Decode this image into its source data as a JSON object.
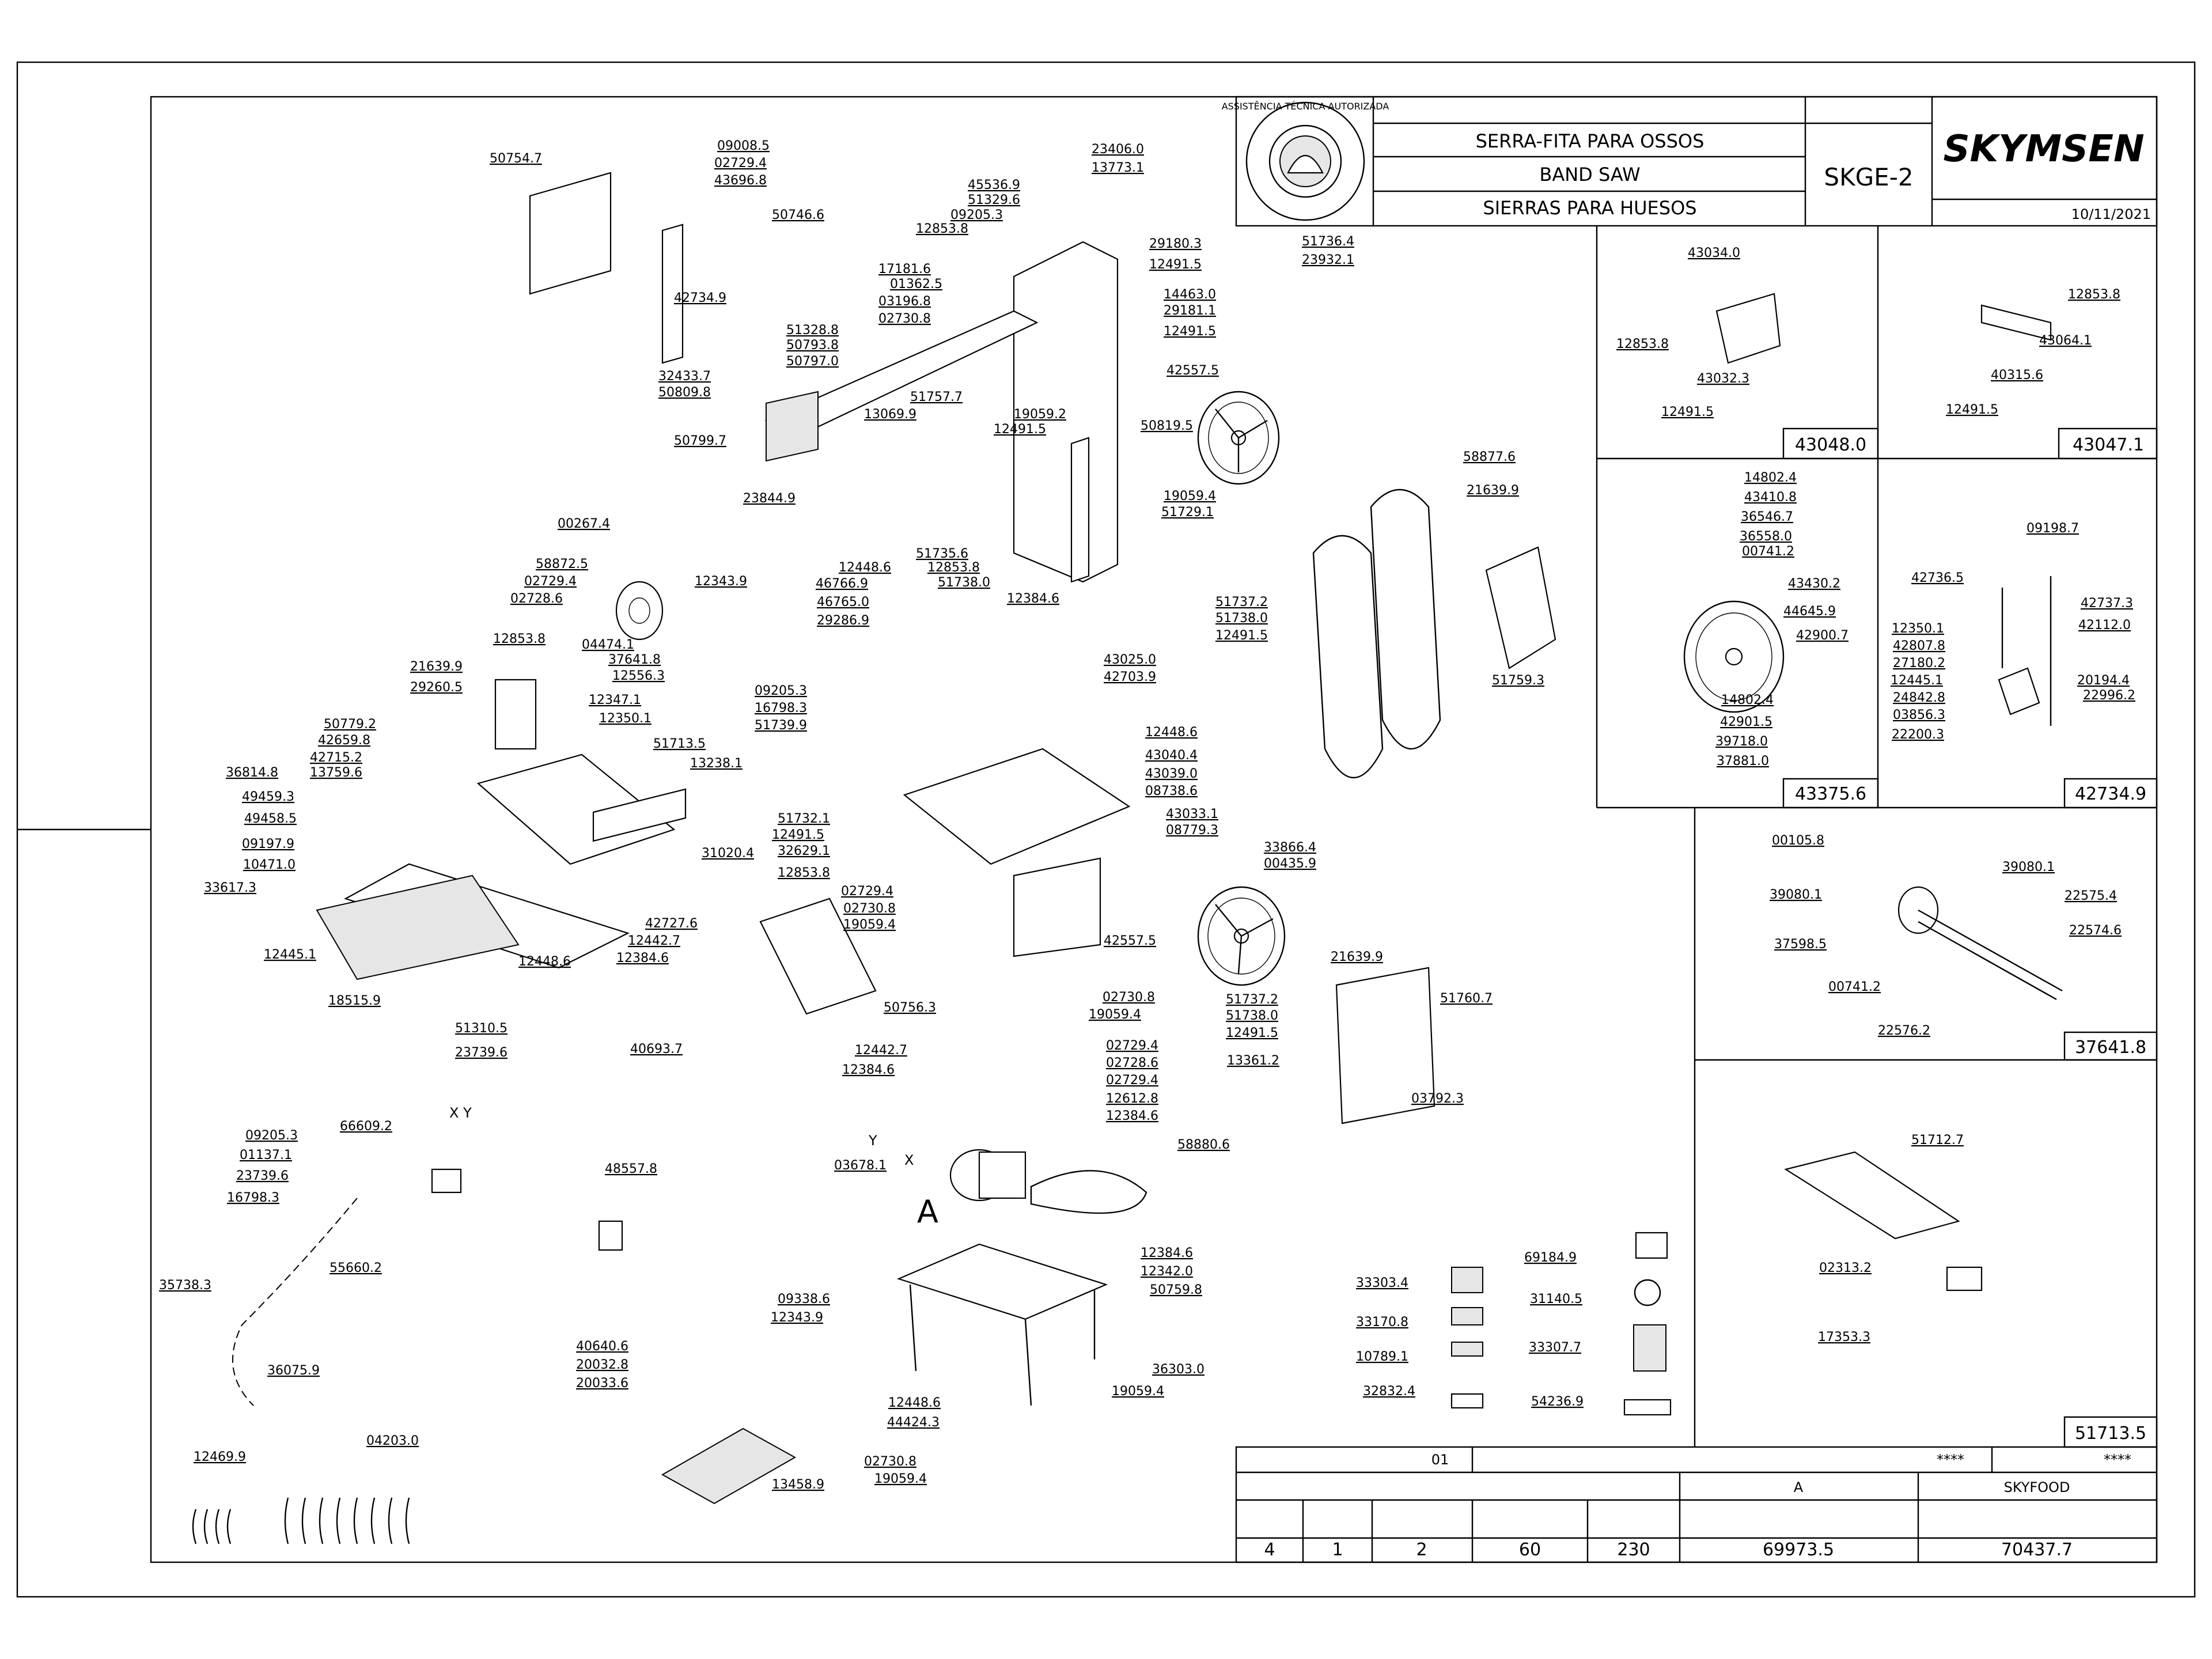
{
  "title_block": {
    "title_pt": "SERRA-FITA PARA OSSOS",
    "title_en": "BAND SAW",
    "title_es": "SIERRAS PARA HUESOS",
    "model": "SKGE-2",
    "brand": "SKYMSEN",
    "date": "10/11/2021",
    "seal_text": "ASSISTÊNCIA TÉCNICA AUTORIZADA"
  },
  "detail_boxes": [
    {
      "code": "43048.0",
      "labels": [
        "43034.0",
        "12853.8",
        "43032.3",
        "12491.5"
      ]
    },
    {
      "code": "43047.1",
      "labels": [
        "12853.8",
        "43064.1",
        "40315.6",
        "12491.5"
      ]
    },
    {
      "code": "43375.6",
      "labels": [
        "14802.4",
        "43410.8",
        "36546.7",
        "36558.0",
        "00741.2",
        "43430.2",
        "44645.9",
        "42900.7",
        "14802.4",
        "42901.5",
        "39718.0",
        "37881.0"
      ]
    },
    {
      "code": "42734.9",
      "labels": [
        "09198.7",
        "42736.5",
        "42737.3",
        "42112.0",
        "12350.1",
        "42807.8",
        "27180.2",
        "12445.1",
        "24842.8",
        "03856.3",
        "22200.3",
        "20194.4",
        "22996.2"
      ]
    },
    {
      "code": "37641.8",
      "labels": [
        "00105.8",
        "39080.1",
        "39080.1",
        "37598.5",
        "22575.4",
        "22574.6",
        "00741.2",
        "22576.2"
      ]
    },
    {
      "code": "51713.5",
      "labels": [
        "51712.7",
        "02313.2",
        "17353.3"
      ]
    }
  ],
  "revision_table": {
    "row1": [
      "01",
      "****",
      "****"
    ],
    "row2": [
      "A",
      "SKYFOOD"
    ],
    "row4": [
      "4",
      "1",
      "2",
      "60",
      "230",
      "69973.5",
      "70437.7"
    ]
  },
  "callouts": [
    "50754.7",
    "09008.5",
    "02729.4",
    "43696.8",
    "50746.6",
    "45536.9",
    "51329.6",
    "09205.3",
    "12853.8",
    "23406.0",
    "13773.1",
    "29180.3",
    "12491.5",
    "51736.4",
    "23932.1",
    "17181.6",
    "01362.5",
    "03196.8",
    "02730.8",
    "14463.0",
    "29181.1",
    "12491.5",
    "42734.9",
    "51328.8",
    "50793.8",
    "50797.0",
    "42557.5",
    "32433.7",
    "50809.8",
    "51757.7",
    "13069.9",
    "19059.2",
    "12491.5",
    "50819.5",
    "50799.7",
    "23844.9",
    "19059.4",
    "51729.1",
    "58877.6",
    "21639.9",
    "00267.4",
    "58872.5",
    "02729.4",
    "02728.6",
    "12343.9",
    "51735.6",
    "12853.8",
    "51738.0",
    "12448.6",
    "46766.9",
    "46765.0",
    "29286.9",
    "12384.6",
    "51737.2",
    "51738.0",
    "12491.5",
    "51759.3",
    "04474.1",
    "37641.8",
    "12556.3",
    "12853.8",
    "21639.9",
    "29260.5",
    "43025.0",
    "42703.9",
    "50779.2",
    "42659.8",
    "12347.1",
    "12350.1",
    "09205.3",
    "16798.3",
    "51739.9",
    "12448.6",
    "42715.2",
    "13759.6",
    "51713.5",
    "13238.1",
    "43040.4",
    "36814.8",
    "43039.0",
    "08738.6",
    "49459.3",
    "49458.5",
    "09197.9",
    "10471.0",
    "33617.3",
    "51732.1",
    "12491.5",
    "32629.1",
    "12853.8",
    "31020.4",
    "43033.1",
    "08779.3",
    "33866.4",
    "00435.9",
    "02729.4",
    "02730.8",
    "19059.4",
    "42727.6",
    "12442.7",
    "12384.6",
    "12445.1",
    "12448.6",
    "42557.5",
    "18515.9",
    "50756.3",
    "21639.9",
    "51737.2",
    "51738.0",
    "12491.5",
    "51760.7",
    "02730.8",
    "19059.4",
    "12442.7",
    "12384.6",
    "13361.2",
    "03792.3",
    "51310.5",
    "23739.6",
    "40693.7",
    "09205.3",
    "66609.2",
    "01137.1",
    "23739.6",
    "16798.3",
    "48557.8",
    "02729.4",
    "02728.6",
    "02729.4",
    "12612.8",
    "12384.6",
    "58880.6",
    "03678.1",
    "35738.3",
    "55660.2",
    "12384.6",
    "12342.0",
    "50759.8",
    "69184.9",
    "33303.4",
    "31140.5",
    "33170.8",
    "33307.7",
    "10789.1",
    "32832.4",
    "54236.9",
    "09338.6",
    "12343.9",
    "40640.6",
    "20032.8",
    "20033.6",
    "36075.9",
    "36303.0",
    "19059.4",
    "12448.6",
    "44424.3",
    "12469.9",
    "04203.0",
    "02730.8",
    "19059.4",
    "13458.9"
  ],
  "markers": {
    "xy": "X Y",
    "y": "Y",
    "x": "X",
    "view_a": "A"
  }
}
